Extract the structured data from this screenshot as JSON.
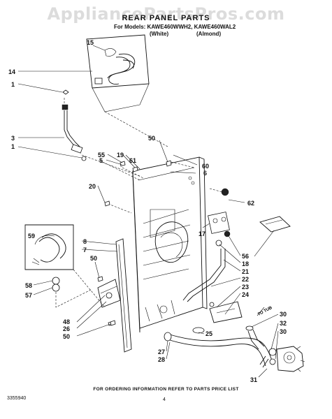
{
  "watermark": "AppliancePartsPros.com",
  "header": {
    "title": "REAR PANEL PARTS",
    "models_line": "For Models: KAWE460WWH2, KAWE460WAL2",
    "variant_white": "(White)",
    "variant_almond": "(Almond)"
  },
  "callouts": {
    "c15": "15",
    "c14": "14",
    "c1a": "1",
    "c3": "3",
    "c1b": "1",
    "c50a": "50",
    "c60": "60",
    "c6": "6",
    "c55": "55",
    "c19": "19",
    "c61": "61",
    "c5": "5",
    "c20": "20",
    "c62": "62",
    "c59": "59",
    "c8": "8",
    "c7": "7",
    "c50b": "50",
    "c17": "17",
    "c56": "56",
    "c18": "18",
    "c21": "21",
    "c22": "22",
    "c23": "23",
    "c24": "24",
    "c58": "58",
    "c57": "57",
    "c48": "48",
    "c26": "26",
    "c50c": "50",
    "c25": "25",
    "c27": "27",
    "c28": "28",
    "c30a": "30",
    "c32": "32",
    "c30b": "30",
    "c31": "31",
    "to_tub": "TO TUB"
  },
  "footer": {
    "ordering_note": "FOR ORDERING INFORMATION REFER TO PARTS PRICE LIST",
    "doc_code": "3355940",
    "page_number": "4"
  }
}
